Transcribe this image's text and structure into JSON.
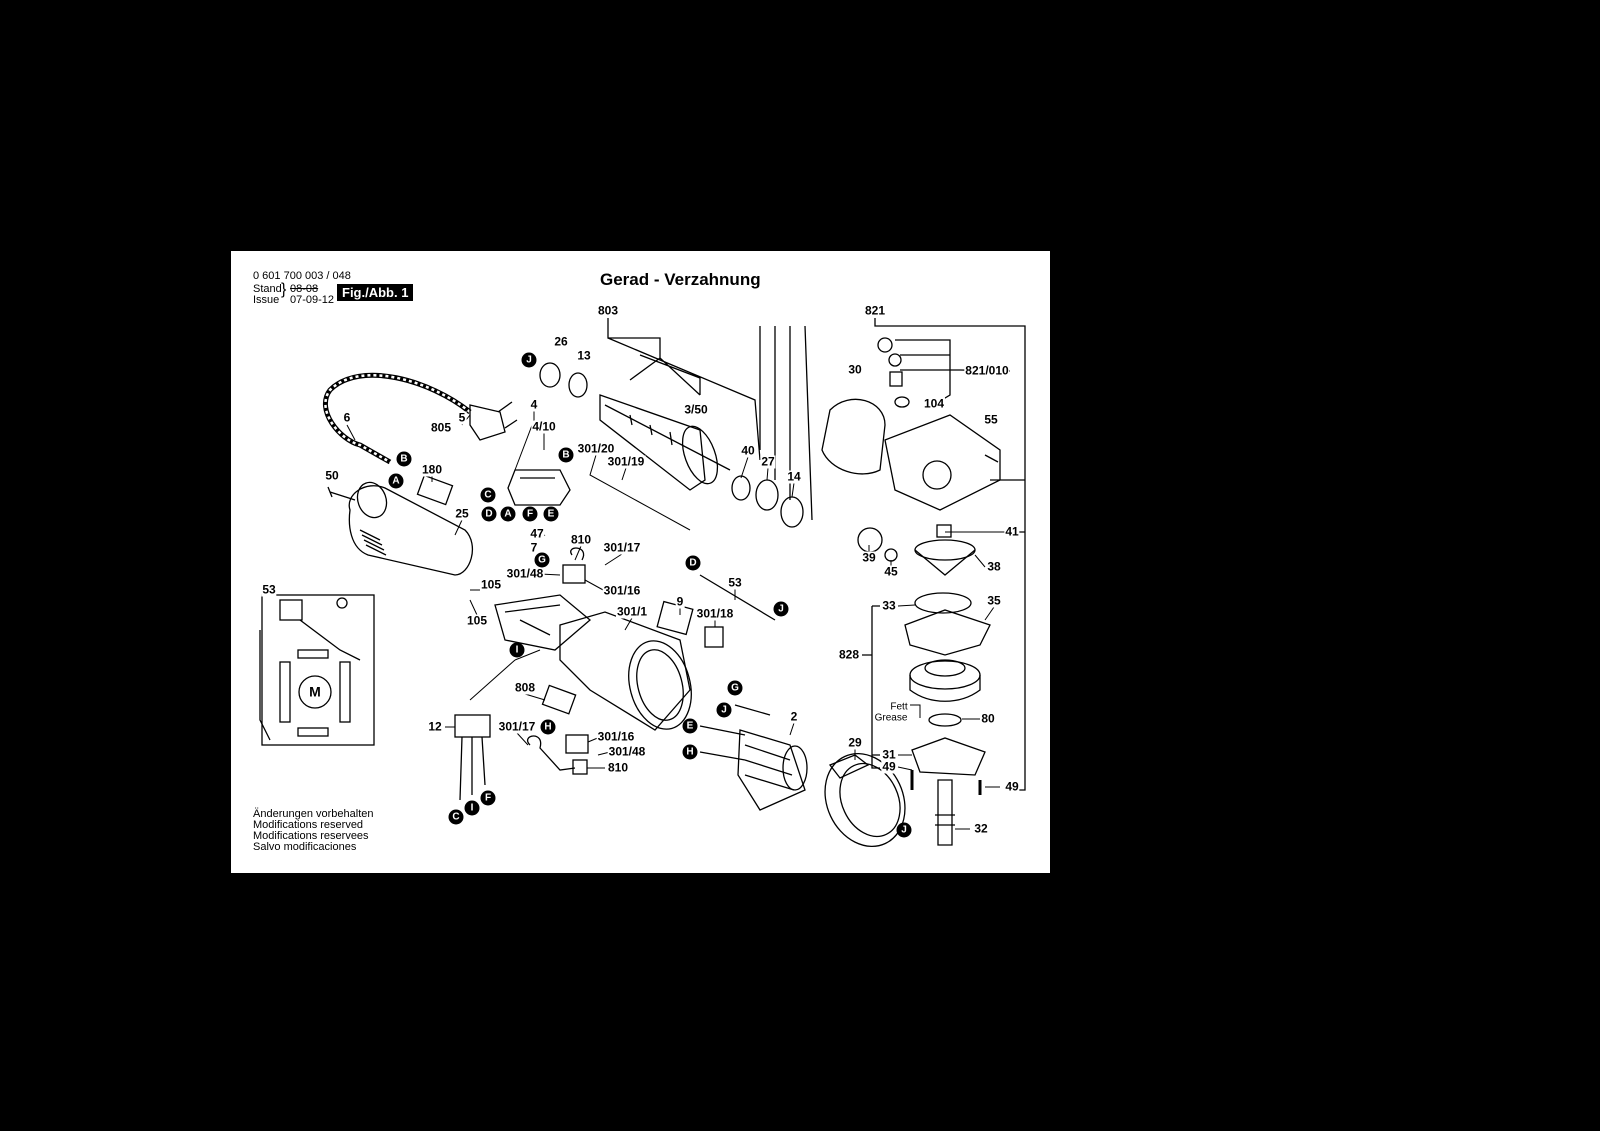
{
  "header": {
    "part_number": "0 601 700 003 / 048",
    "stand_label": "Stand",
    "stand_value": "08-08",
    "issue_label": "Issue",
    "issue_value": "07-09-12",
    "figure_label": "Fig./Abb. 1",
    "title": "Gerad - Verzahnung"
  },
  "footer": {
    "lines": [
      "Änderungen vorbehalten",
      "Modifications reserved",
      "Modifications reservees",
      "Salvo modificaciones"
    ]
  },
  "part_labels": [
    "803",
    "821",
    "26",
    "13",
    "30",
    "821/010",
    "3/50",
    "104",
    "6",
    "5",
    "805",
    "4",
    "4/10",
    "55",
    "301/20",
    "301/19",
    "40",
    "27",
    "14",
    "180",
    "50",
    "25",
    "47",
    "7",
    "810",
    "301/17",
    "41",
    "39",
    "45",
    "38",
    "301/48",
    "301/16",
    "53",
    "105",
    "105",
    "53",
    "33",
    "35",
    "301/1",
    "9",
    "301/18",
    "828",
    "808",
    "2",
    "80",
    "Fett",
    "Grease",
    "12",
    "301/17",
    "301/16",
    "301/48",
    "29",
    "31",
    "49",
    "810",
    "49",
    "32"
  ],
  "connector_markers": [
    "J",
    "B",
    "A",
    "B",
    "C",
    "D",
    "A",
    "F",
    "E",
    "G",
    "D",
    "J",
    "I",
    "G",
    "J",
    "E",
    "H",
    "H",
    "C",
    "I",
    "F",
    "J"
  ],
  "motor_symbol": "M",
  "colors": {
    "background": "#000000",
    "sheet": "#ffffff",
    "ink": "#000000"
  }
}
